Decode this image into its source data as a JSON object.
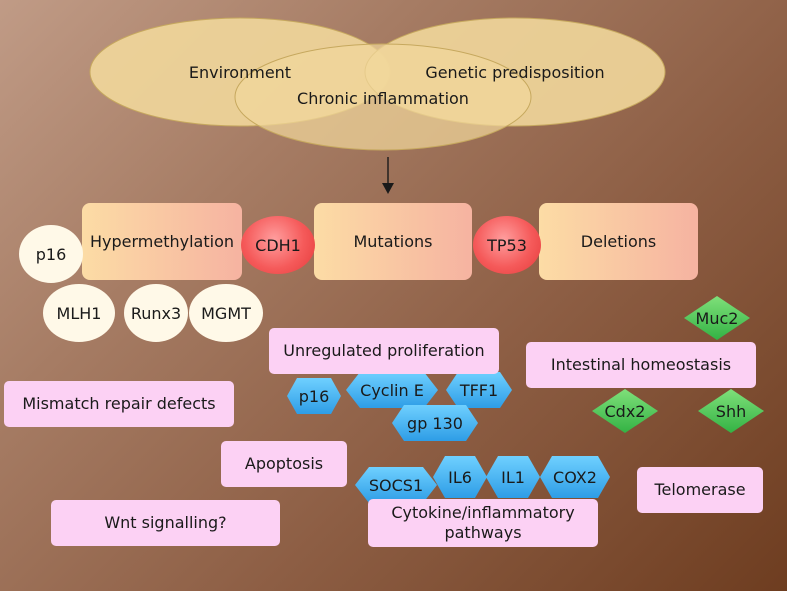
{
  "ellipses": {
    "environment": "Environment",
    "genetic": "Genetic predisposition",
    "chronic": "Chronic inflammation"
  },
  "alterations": {
    "hypermethylation": "Hypermethylation",
    "mutations": "Mutations",
    "deletions": "Deletions"
  },
  "genes": {
    "p16": "p16",
    "mlh1": "MLH1",
    "runx3": "Runx3",
    "mgmt": "MGMT",
    "cdh1": "CDH1",
    "tp53": "TP53"
  },
  "proliferation": {
    "label": "Unregulated proliferation",
    "markers": [
      "p16",
      "Cyclin E",
      "TFF1",
      "gp 130"
    ]
  },
  "homeostasis": {
    "label": "Intestinal homeostasis",
    "markers": [
      "Muc2",
      "Cdx2",
      "Shh"
    ]
  },
  "cytokine": {
    "label": "Cytokine/inflammatory pathways",
    "markers": [
      "SOCS1",
      "IL6",
      "IL1",
      "COX2"
    ]
  },
  "processes": {
    "mismatch": "Mismatch repair defects",
    "apoptosis": "Apoptosis",
    "wnt": "Wnt signalling?",
    "telomerase": "Telomerase"
  },
  "colors": {
    "ellipse_fill": "#f1d79b",
    "hexagon_fill": "#3cb1f4",
    "diamond_fill": "#3cc24a",
    "pink_box": "#fcd1f4",
    "red_circle": "#f55a5a",
    "cream_circle": "#fff9e8"
  }
}
